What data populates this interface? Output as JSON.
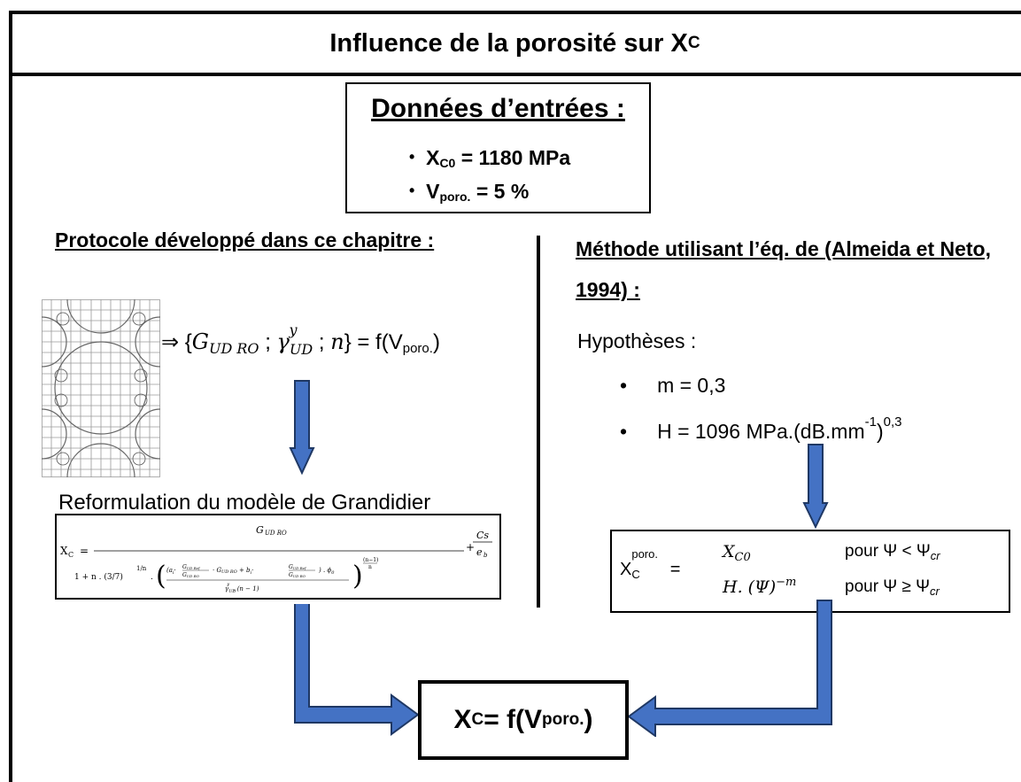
{
  "title": {
    "main": "Influence de la porosité sur X",
    "sub": "C"
  },
  "inputs": {
    "heading": "Données d’entrées :",
    "items": [
      {
        "symbol": "X",
        "sub": "C0",
        "value": " = 1180 MPa"
      },
      {
        "symbol": "V",
        "sub": "poro.",
        "value": " = 5 %"
      }
    ]
  },
  "left": {
    "heading": "Protocole développé dans ce chapitre :",
    "mapping_prefix": "⇒ {",
    "mapping_g": "G",
    "mapping_g_sub": "UD RO",
    "mapping_gamma": "γ",
    "mapping_gamma_sub": "UD",
    "mapping_gamma_sup": "y",
    "mapping_n": "n",
    "mapping_suffix": "} = f(V",
    "mapping_v_sub": "poro.",
    "mapping_close": ")",
    "reformulation": "Reformulation du modèle de Grandidier",
    "formula": {
      "lhs": "X",
      "lhs_sub": "C",
      "numerator": "G",
      "numerator_sub": "UD RO",
      "den_prefix": "1 + n . (3/7)",
      "den_exp": "1/n",
      "inner_num": "(a_i · G_UD Ref / G_UD RO · G_UD RO + b_i · G_UD Ref / G_UD RO) · ϕ0",
      "inner_den": "γ_UD^y · (n − 1)",
      "outer_exp": "(n−1)/n",
      "plus": "+",
      "cs": "Cs",
      "eb": "e",
      "eb_sub": "b"
    }
  },
  "right": {
    "heading": "Méthode utilisant l’éq. de (Almeida et Neto, 1994) :",
    "hyp_label": "Hypothèses :",
    "hyp_items": [
      "m = 0,3",
      "H = 1096 MPa.(dB.mm"
    ],
    "hyp_exp1": "-1",
    "hyp_close": ")",
    "hyp_exp2": "0,3",
    "piecewise": {
      "lhs": "X",
      "lhs_sub": "C",
      "lhs_sup": "poro.",
      "eq": "=",
      "case1_expr": "X",
      "case1_sub": "C0",
      "case1_cond": "pour Ψ  <  Ψ",
      "case1_cond_sub": "cr",
      "case2_expr": "H. (Ψ)",
      "case2_sup": "−m",
      "case2_cond": "pour Ψ  ≥  Ψ",
      "case2_cond_sub": "cr"
    }
  },
  "result": {
    "symbol": "X",
    "sub": "C",
    "eq": " = f(V",
    "vsub": "poro.",
    "close": ")"
  },
  "colors": {
    "arrow_fill": "#4472C4",
    "arrow_stroke": "#1F3864"
  }
}
